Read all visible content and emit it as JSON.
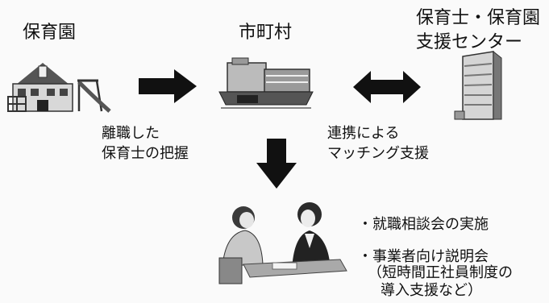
{
  "nodes": {
    "nursery": {
      "label": "保育園"
    },
    "municipality": {
      "label": "市町村"
    },
    "center": {
      "label_lines": [
        "保育士・保育園",
        "支援センター"
      ]
    }
  },
  "edges": {
    "nursery_to_municipality": {
      "label_lines": [
        "離職した",
        "保育士の把握"
      ]
    },
    "municipality_center": {
      "label_lines": [
        "連携による",
        "マッチング支援"
      ]
    }
  },
  "activities": {
    "item1": "・就職相談会の実施",
    "item2": "・事業者向け説明会",
    "item2_detail_lines": [
      "（短時間正社員制度の",
      "導入支援など）"
    ]
  }
}
